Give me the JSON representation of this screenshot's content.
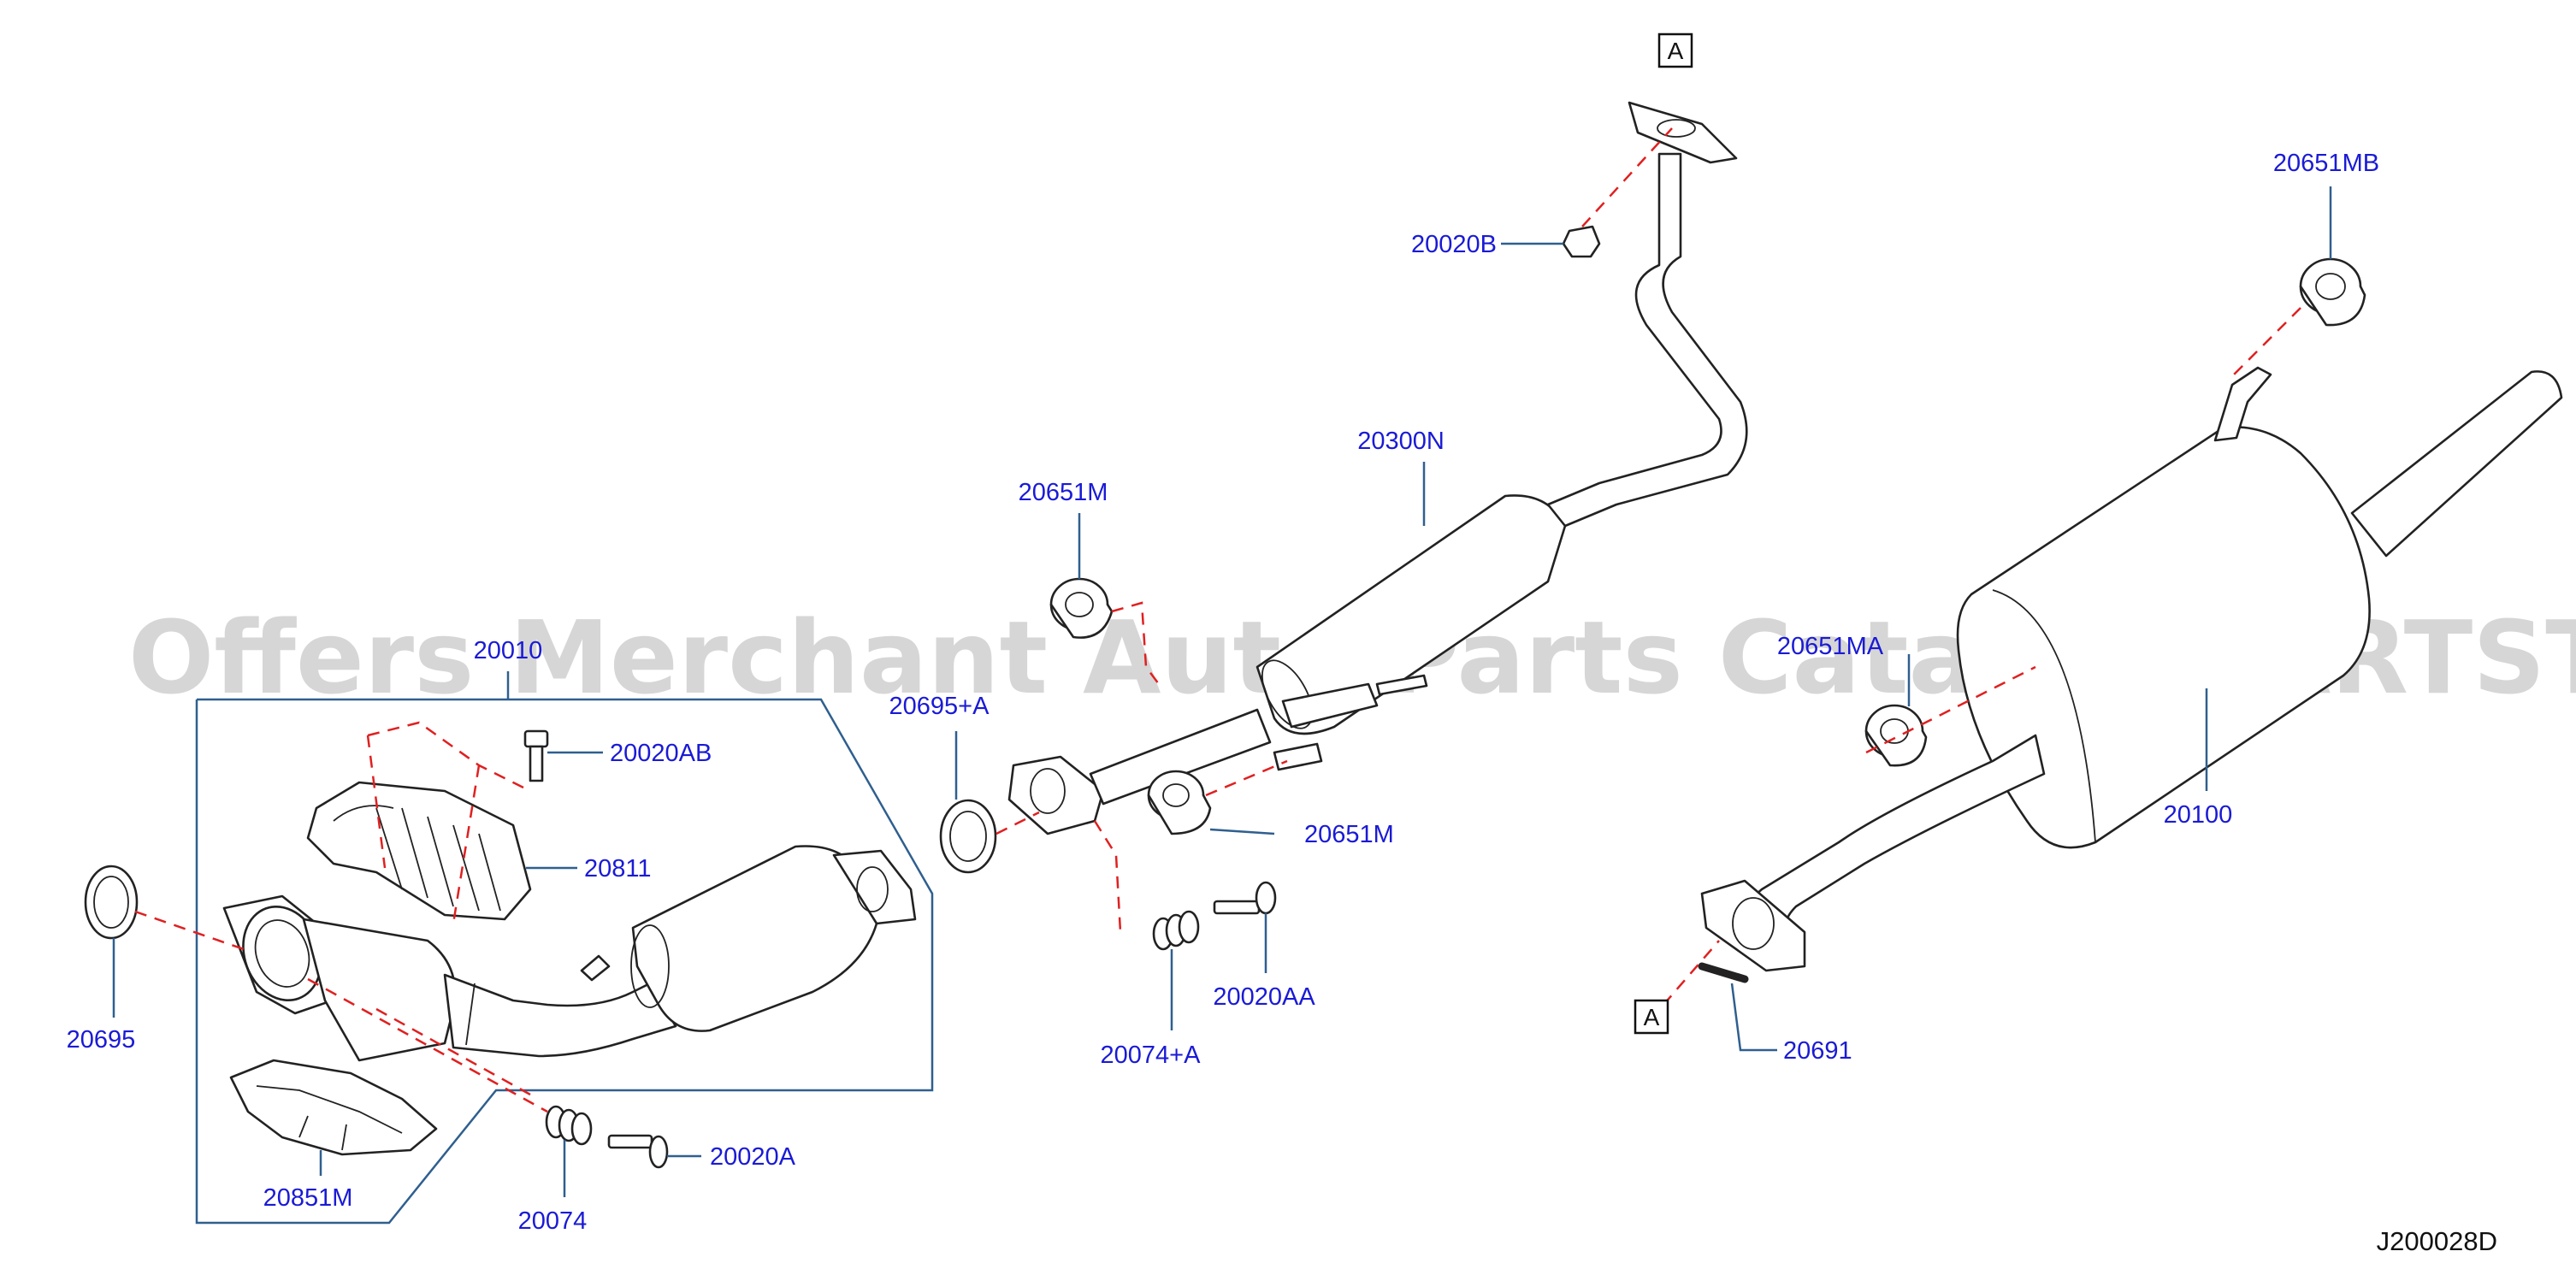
{
  "diagram_code": "J200028D",
  "watermark": "Offers Merchant Auto Parts Catalog PARTSTORE.SA",
  "ref_marks": {
    "top": "A",
    "bottom": "A"
  },
  "labels": {
    "p20010": "20010",
    "p20020AB": "20020AB",
    "p20811": "20811",
    "p20695": "20695",
    "p20851M": "20851M",
    "p20074": "20074",
    "p20020A": "20020A",
    "p20695A": "20695+A",
    "p20651M_top": "20651M",
    "p20300N": "20300N",
    "p20020B": "20020B",
    "p20651M_right": "20651M",
    "p20074A": "20074+A",
    "p20020AA": "20020AA",
    "p20651MB": "20651MB",
    "p20651MA": "20651MA",
    "p20100": "20100",
    "p20691": "20691"
  }
}
